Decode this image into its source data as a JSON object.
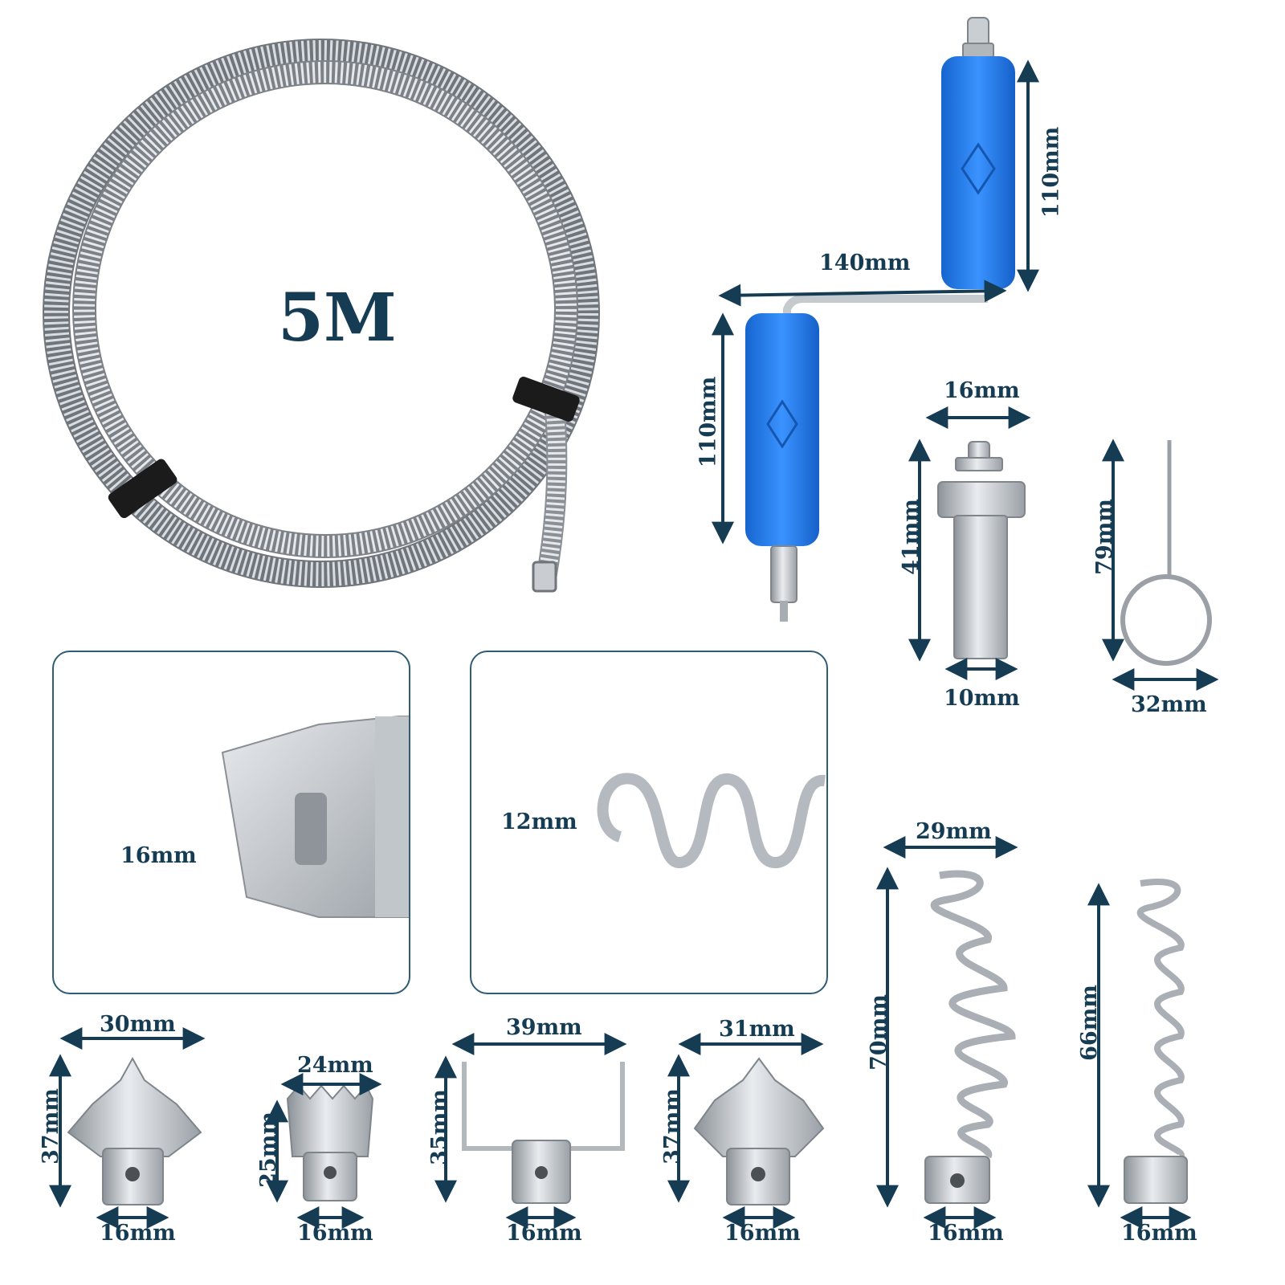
{
  "cable": {
    "length_label": "5M"
  },
  "handle": {
    "height_top": "110mm",
    "width": "140mm",
    "height_bottom": "110mm"
  },
  "adapter": {
    "top_width": "16mm",
    "height": "41mm",
    "bottom_width": "10mm"
  },
  "pin": {
    "height": "79mm",
    "width": "32mm"
  },
  "detail_connector": {
    "width": "16mm"
  },
  "detail_spring": {
    "diameter": "12mm"
  },
  "bulb_auger_large": {
    "width": "29mm",
    "height": "70mm",
    "base": "16mm"
  },
  "straight_auger": {
    "height": "66mm",
    "base": "16mm"
  },
  "spade_cutter_a": {
    "width": "30mm",
    "height": "37mm",
    "base": "16mm"
  },
  "saw_cutter": {
    "width": "24mm",
    "height": "25mm",
    "base": "16mm"
  },
  "u_cutter": {
    "width": "39mm",
    "height": "35mm",
    "base": "16mm"
  },
  "spade_cutter_b": {
    "width": "31mm",
    "height": "37mm",
    "base": "16mm"
  },
  "colors": {
    "label": "#163c54",
    "panel_border": "#2e5d74",
    "grip_blue": "#1f7be6",
    "metal": "#b9bec3"
  }
}
